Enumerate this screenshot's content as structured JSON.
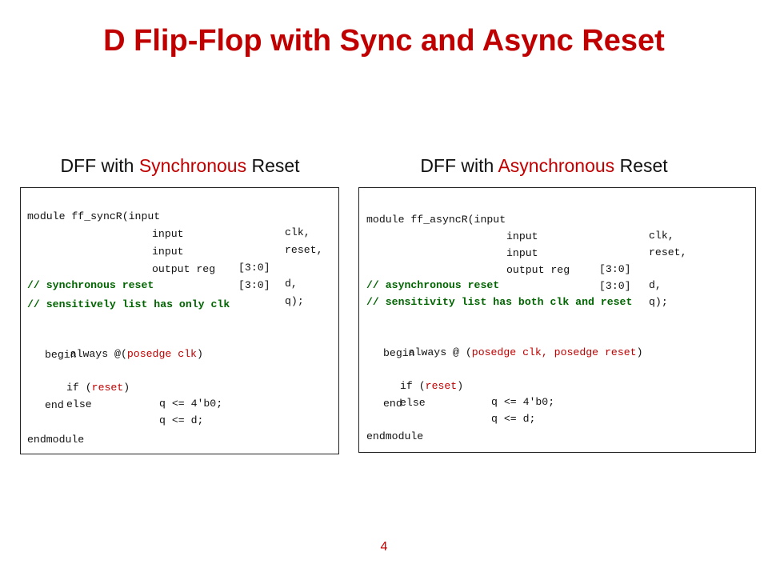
{
  "slide": {
    "title": "D Flip-Flop with Sync and Async Reset",
    "page_number": "4"
  },
  "left_panel": {
    "heading_prefix": "DFF with ",
    "heading_accent": "Synchronous",
    "heading_suffix": " Reset",
    "code": {
      "l1a": "module ff_syncR(input",
      "l1b": "clk,",
      "l2a": "input",
      "l2b": "reset,",
      "l3a": "input",
      "l3b": "[3:0]",
      "l3c": "d,",
      "l4a": "output reg",
      "l4b": "[3:0]",
      "l4c": "q);",
      "c1": "// synchronous reset",
      "c2": "// sensitively list has only clk",
      "always_kw": "always @(",
      "always_ev": "posedge clk",
      "always_end": ")",
      "begin": "begin",
      "if_kw": "if (",
      "if_sig": "reset",
      "if_end": ")",
      "if_stmt": "q <= 4'b0;",
      "else_kw": "else",
      "else_stmt": "q <= d;",
      "end": "end",
      "endmodule": "endmodule"
    }
  },
  "right_panel": {
    "heading_prefix": "DFF with ",
    "heading_accent": "Asynchronous",
    "heading_suffix": " Reset",
    "code": {
      "l1a": "module ff_asyncR(input",
      "l1b": "clk,",
      "l2a": "input",
      "l2b": "reset,",
      "l3a": "input",
      "l3b": "[3:0]",
      "l3c": "d,",
      "l4a": "output reg",
      "l4b": "[3:0]",
      "l4c": "q);",
      "c1": "// asynchronous reset",
      "c2": "// sensitivity list has both clk and reset",
      "always_kw": "always @ (",
      "always_ev": "posedge clk, posedge reset",
      "always_end": ")",
      "begin": "begin",
      "if_kw": "if (",
      "if_sig": "reset",
      "if_end": ")",
      "if_stmt": "q <= 4'b0;",
      "else_kw": "else",
      "else_stmt": "q <= d;",
      "end": "end",
      "endmodule": "endmodule"
    }
  },
  "colors": {
    "title": "#c00000",
    "accent": "#c00000",
    "comment": "#006400",
    "text": "#111111"
  }
}
